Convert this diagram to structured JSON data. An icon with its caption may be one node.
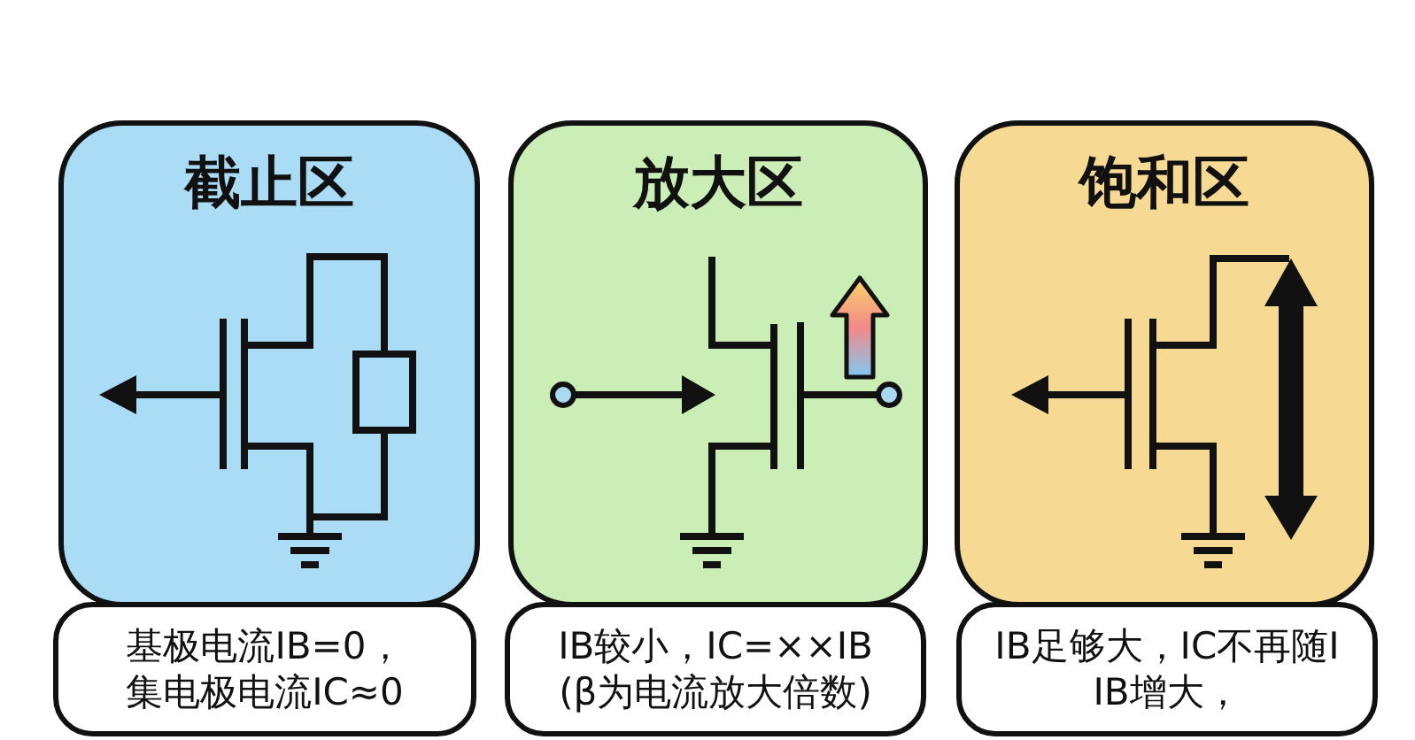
{
  "diagram": {
    "nodes": [
      {
        "text": [
          "截止区"
        ]
      },
      {
        "text": [
          "放大区"
        ]
      },
      {
        "text": [
          "饱和区"
        ]
      },
      {
        "text": [
          "基极电流IB=0，集电极电流IC≈0"
        ]
      },
      {
        "text": [
          "IB较小，IC=××IB(β为电流放大倍数)"
        ]
      },
      {
        "text": [
          "IB足够大，IC不再随I IB增大，"
        ]
      }
    ]
  }
}
